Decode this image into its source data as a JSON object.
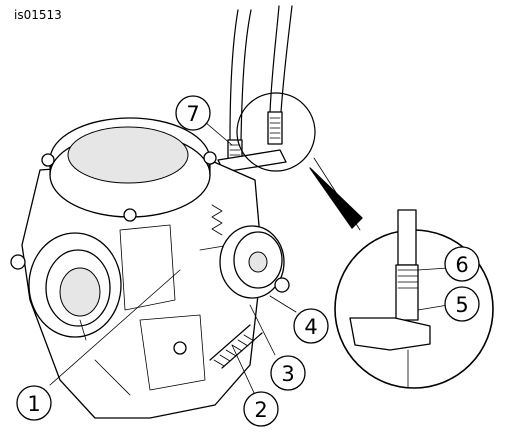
{
  "figure_id": "is01513",
  "callouts": [
    {
      "id": "1",
      "label": "1"
    },
    {
      "id": "2",
      "label": "2"
    },
    {
      "id": "3",
      "label": "3"
    },
    {
      "id": "4",
      "label": "4"
    },
    {
      "id": "5",
      "label": "5"
    },
    {
      "id": "6",
      "label": "6"
    },
    {
      "id": "7",
      "label": "7"
    }
  ],
  "colors": {
    "line": "#000000",
    "background": "#ffffff",
    "shade": "#e6e6e6"
  }
}
